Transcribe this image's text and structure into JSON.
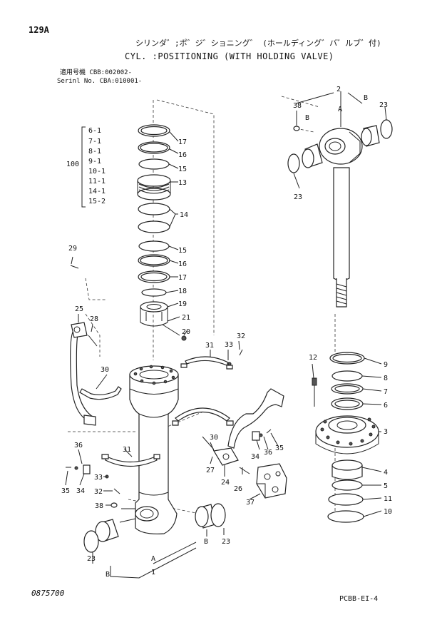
{
  "header": {
    "page_number": "129A",
    "title_jp": "シリンダ゛;ポ゛ジ゛ショニング゛ (ホールディング゛バ゛ルブ゛付)",
    "title_en": "CYL. :POSITIONING (WITH HOLDING VALVE)",
    "serial_line_1": "適用号機 CBB:002002-",
    "serial_line_2": "Serinl No. CBA:010001-"
  },
  "footer": {
    "drawing_number": "0875700",
    "page_code": "PCBB-EI-4"
  },
  "kit": {
    "number": "100",
    "items": [
      "6-1",
      "7-1",
      "8-1",
      "9-1",
      "10-1",
      "11-1",
      "14-1",
      "15-2"
    ]
  },
  "callouts": {
    "c1": "1",
    "c2": "2",
    "c3": "3",
    "c4": "4",
    "c5": "5",
    "c6": "6",
    "c7": "7",
    "c8": "8",
    "c9": "9",
    "c10": "10",
    "c11": "11",
    "c12": "12",
    "c13": "13",
    "c14a": "14",
    "c15a": "15",
    "c15b": "15",
    "c16a": "16",
    "c16b": "16",
    "c17a": "17",
    "c17b": "17",
    "c18": "18",
    "c19": "19",
    "c20": "20",
    "c21": "21",
    "c23a": "23",
    "c23b": "23",
    "c23c": "23",
    "c23d": "23",
    "c24": "24",
    "c25": "25",
    "c26": "26",
    "c27": "27",
    "c28": "28",
    "c29": "29",
    "c30a": "30",
    "c30b": "30",
    "c31a": "31",
    "c31b": "31",
    "c32a": "32",
    "c32b": "32",
    "c33a": "33",
    "c33b": "33",
    "c34a": "34",
    "c34b": "34",
    "c35a": "35",
    "c35b": "35",
    "c36a": "36",
    "c36b": "36",
    "c37": "37",
    "c38a": "38",
    "c38b": "38",
    "lA1": "A",
    "lA2": "A",
    "lB1": "B",
    "lB2": "B",
    "lB3": "B",
    "lB4": "B"
  }
}
